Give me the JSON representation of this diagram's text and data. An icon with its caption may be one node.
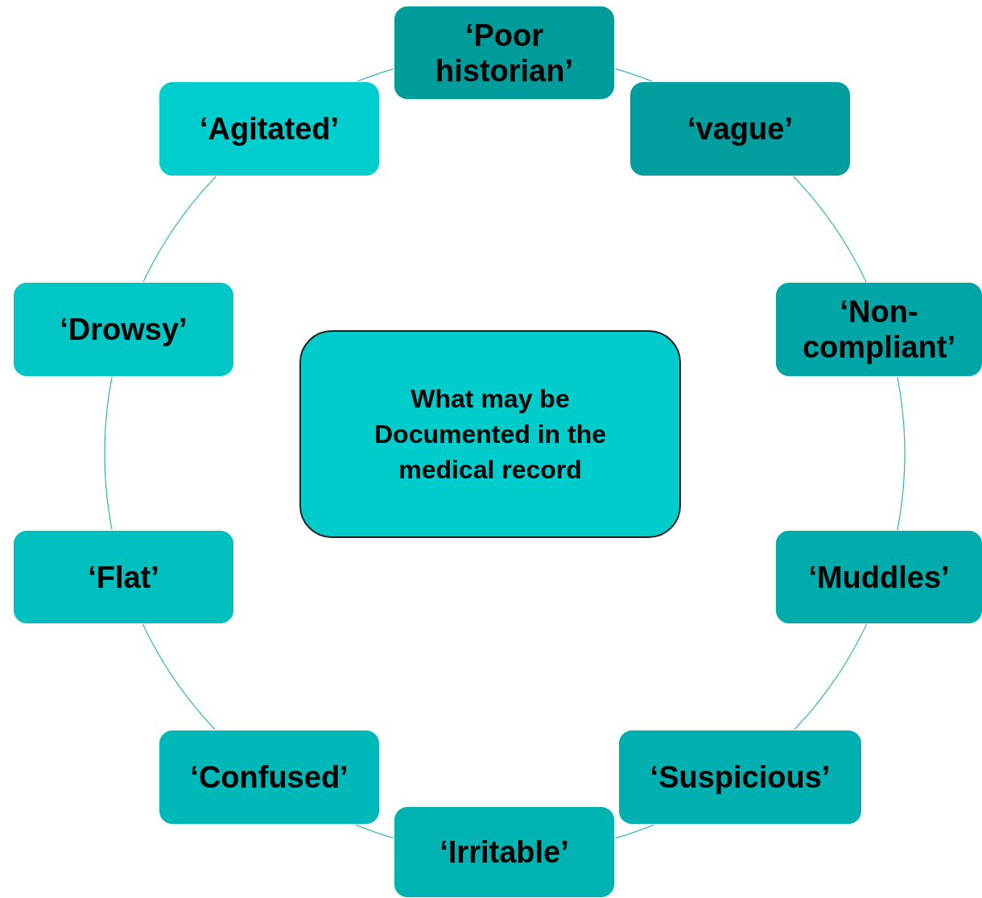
{
  "diagram": {
    "nodes": [
      {
        "text": [
          "‘Poor historian’"
        ]
      },
      {
        "text": [
          "‘vague’"
        ]
      },
      {
        "text": [
          "‘Non-compliant’"
        ]
      },
      {
        "text": [
          "‘Muddles’"
        ]
      },
      {
        "text": [
          "‘Suspicious’"
        ]
      },
      {
        "text": [
          "‘Irritable’"
        ]
      },
      {
        "text": [
          "‘Confused’"
        ]
      },
      {
        "text": [
          "‘Flat’"
        ]
      },
      {
        "text": [
          "‘Drowsy’"
        ]
      },
      {
        "text": [
          "‘Agitated’"
        ]
      },
      {
        "text": [
          "What may be Documented in the medical record"
        ]
      }
    ],
    "edges": [
      {
        "from": 0,
        "to": 1,
        "arrow": "none"
      },
      {
        "from": 1,
        "to": 2,
        "arrow": "none"
      },
      {
        "from": 2,
        "to": 3,
        "arrow": "none"
      },
      {
        "from": 3,
        "to": 4,
        "arrow": "none"
      },
      {
        "from": 4,
        "to": 5,
        "arrow": "none"
      },
      {
        "from": 5,
        "to": 6,
        "arrow": "none"
      },
      {
        "from": 6,
        "to": 7,
        "arrow": "none"
      },
      {
        "from": 7,
        "to": 8,
        "arrow": "none"
      },
      {
        "from": 8,
        "to": 9,
        "arrow": "none"
      },
      {
        "from": 9,
        "to": 0,
        "arrow": "none"
      }
    ]
  }
}
